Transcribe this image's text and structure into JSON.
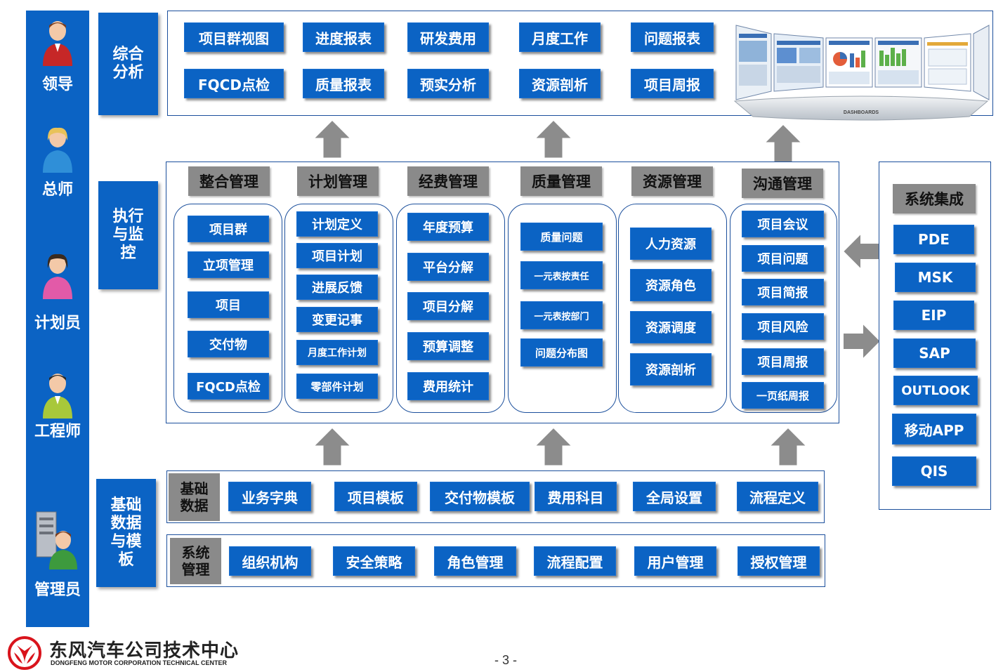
{
  "roles": [
    "领导",
    "总师",
    "计划员",
    "工程师",
    "管理员"
  ],
  "layers": {
    "analysis": "综合\n分析",
    "execution": "执行\n与监\n控",
    "base": "基础\n数据\n与模\n板"
  },
  "analysis_row1": [
    "项目群视图",
    "进度报表",
    "研发费用",
    "月度工作",
    "问题报表"
  ],
  "analysis_row2": [
    "FQCD点检",
    "质量报表",
    "预实分析",
    "资源剖析",
    "项目周报"
  ],
  "dashboard_caption": "DASHBOARDS",
  "modules": [
    {
      "title": "整合管理",
      "items": [
        "项目群",
        "立项管理",
        "项目",
        "交付物",
        "FQCD点检"
      ]
    },
    {
      "title": "计划管理",
      "items": [
        "计划定义",
        "项目计划",
        "进展反馈",
        "变更记事",
        "月度工作计划",
        "零部件计划"
      ]
    },
    {
      "title": "经费管理",
      "items": [
        "年度预算",
        "平台分解",
        "项目分解",
        "预算调整",
        "费用统计"
      ]
    },
    {
      "title": "质量管理",
      "items": [
        "质量问题",
        "一元表按责任",
        "一元表按部门",
        "问题分布图"
      ]
    },
    {
      "title": "资源管理",
      "items": [
        "人力资源",
        "资源角色",
        "资源调度",
        "资源剖析"
      ]
    },
    {
      "title": "沟通管理",
      "items": [
        "项目会议",
        "项目问题",
        "项目简报",
        "项目风险",
        "项目周报",
        "一页纸周报"
      ]
    }
  ],
  "integration": {
    "title": "系统集成",
    "items": [
      "PDE",
      "MSK",
      "EIP",
      "SAP",
      "OUTLOOK",
      "移动APP",
      "QIS"
    ]
  },
  "base_data": {
    "label": "基础\n数据",
    "items": [
      "业务字典",
      "项目模板",
      "交付物模板",
      "费用科目",
      "全局设置",
      "流程定义"
    ]
  },
  "system_mgmt": {
    "label": "系统\n管理",
    "items": [
      "组织机构",
      "安全策略",
      "角色管理",
      "流程配置",
      "用户管理",
      "授权管理"
    ]
  },
  "footer": {
    "company_cn": "东风汽车公司技术中心",
    "company_en": "DONGFENG MOTOR CORPORATION TECHNICAL CENTER",
    "page": "- 3 -"
  },
  "colors": {
    "accent": "#0b63c4",
    "header_gray": "#8a8a8a",
    "frame": "#1b4f9c",
    "arrow": "#8c8c8c",
    "logo_red": "#d9141c"
  }
}
